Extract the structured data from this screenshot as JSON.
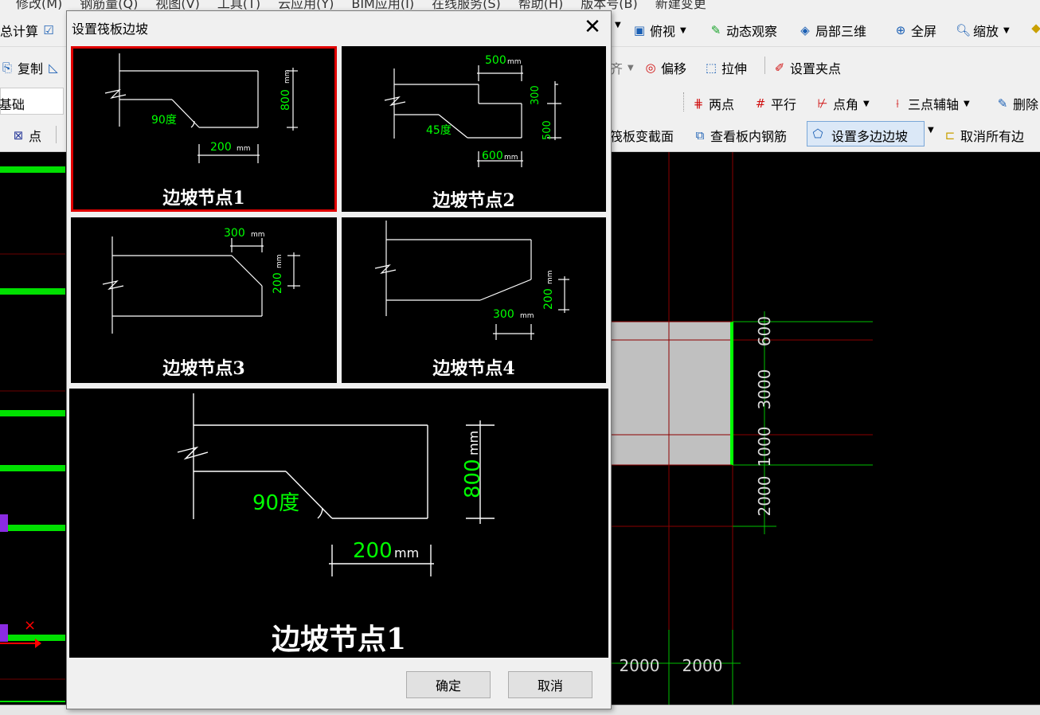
{
  "menu_bar": [
    "修改(M)",
    "钢筋量(Q)",
    "视图(V)",
    "工具(T)",
    "云应用(Y)",
    "BIM应用(I)",
    "在线服务(S)",
    "帮助(H)",
    "版本号(B)",
    "新建变更"
  ],
  "toolbar1": {
    "left_label": "总计算",
    "view_label": "俯视",
    "orbit_label": "动态观察",
    "local3d_label": "局部三维",
    "fullscreen_label": "全屏",
    "zoom_label": "缩放"
  },
  "toolbar2": {
    "copy_label": "复制",
    "align_label": "齐",
    "offset_label": "偏移",
    "stretch_label": "拉伸",
    "grip_label": "设置夹点"
  },
  "toolbar3": {
    "layer_value": "基础",
    "twopoint_label": "两点",
    "parallel_label": "平行",
    "pointangle_label": "点角",
    "threepoint_label": "三点辅轴",
    "delete_label": "删除"
  },
  "toolbar4": {
    "point_label": "点",
    "section_label": "筏板变截面",
    "rebar_label": "查看板内钢筋",
    "multi_slope_label": "设置多边边坡",
    "cancel_all_label": "取消所有边"
  },
  "canvas": {
    "dims_vertical": [
      "600",
      "3000",
      "1000",
      "2000"
    ],
    "dims_horizontal": [
      "2000",
      "2000"
    ]
  },
  "dialog": {
    "title": "设置筏板边坡",
    "thumbnails": [
      {
        "label": "边坡节点1",
        "angle": "90度",
        "dim_h": "200",
        "dim_v": "800",
        "unit": "mm"
      },
      {
        "label": "边坡节点2",
        "angle": "45度",
        "dim_top": "500",
        "dim_v1": "300",
        "dim_v2": "500",
        "dim_bottom": "600",
        "unit": "mm"
      },
      {
        "label": "边坡节点3",
        "dim_top": "300",
        "dim_v": "200",
        "unit": "mm"
      },
      {
        "label": "边坡节点4",
        "dim_bottom": "300",
        "dim_v": "200",
        "unit": "mm"
      }
    ],
    "preview": {
      "label": "边坡节点1",
      "angle": "90度",
      "dim_h": "200",
      "dim_v": "800",
      "unit": "mm"
    },
    "ok_label": "确定",
    "cancel_label": "取消"
  },
  "colors": {
    "selected_border": "#e00000",
    "dim_text": "#00ff00",
    "beam_green": "#00e000",
    "grid_red": "#8b0000"
  }
}
